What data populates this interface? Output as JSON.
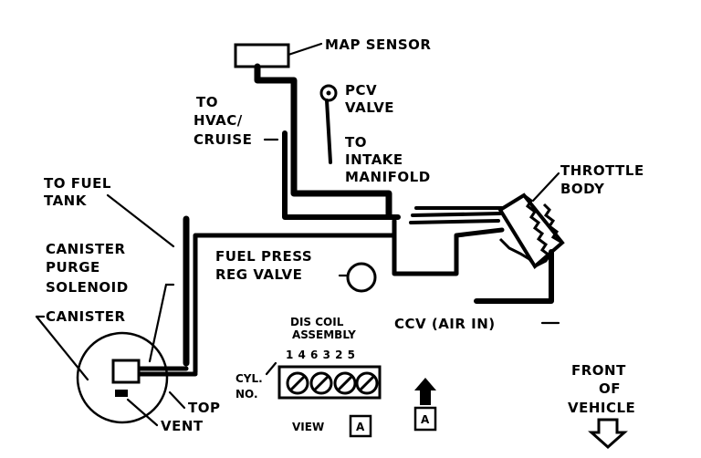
{
  "labels": {
    "map_sensor": "MAP SENSOR",
    "pcv_line1": "PCV",
    "pcv_line2": "VALVE",
    "to_intake_line1": "TO",
    "to_intake_line2": "INTAKE",
    "to_intake_line3": "MANIFOLD",
    "to_hvac_line1": "TO",
    "to_hvac_line2": "HVAC/",
    "to_hvac_line3": "CRUISE",
    "throttle_line1": "THROTTLE",
    "throttle_line2": "BODY",
    "to_fuel_line1": "TO FUEL",
    "to_fuel_line2": "TANK",
    "purge_line1": "CANISTER",
    "purge_line2": "PURGE",
    "purge_line3": "SOLENOID",
    "canister": "CANISTER",
    "fuel_press_line1": "FUEL PRESS",
    "fuel_press_line2": "REG VALVE",
    "ccv": "CCV (AIR IN)",
    "dis_line1": "DIS COIL",
    "dis_line2": "ASSEMBLY",
    "cyl_numbers": "1 4 6 3 2 5",
    "cyl_line1": "CYL.",
    "cyl_line2": "NO.",
    "top": "TOP",
    "vent": "VENT",
    "view": "VIEW",
    "view_box": "A",
    "arrow_box": "A",
    "front_line1": "FRONT",
    "front_line2": "OF",
    "front_line3": "VEHICLE"
  },
  "icons": {
    "view_arrow": "up-arrow-icon",
    "front_arrow": "down-arrow-icon"
  }
}
